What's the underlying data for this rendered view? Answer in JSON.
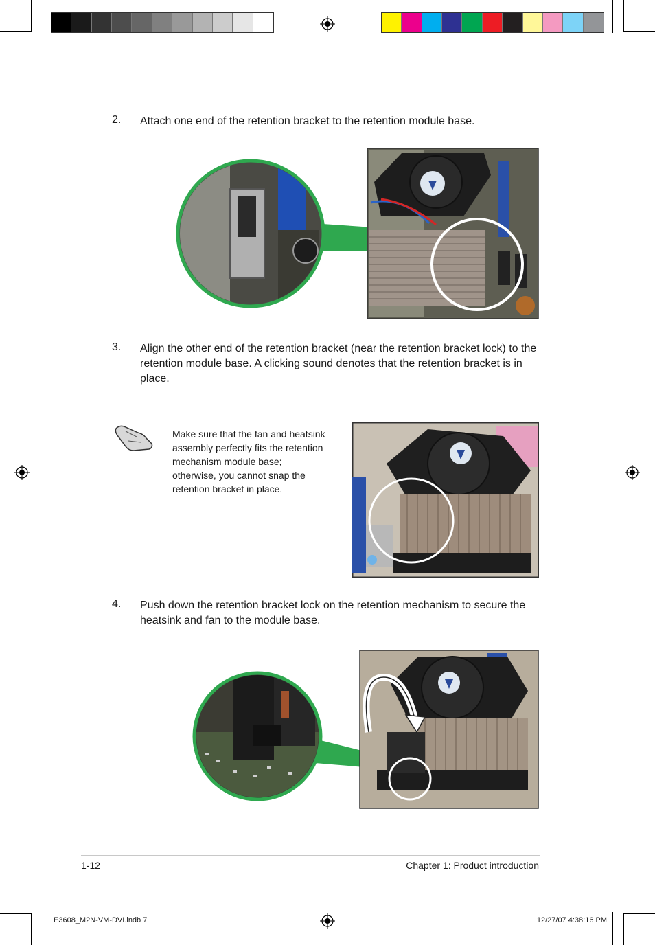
{
  "colors": {
    "zoom_green": "#2fa84f",
    "gray_swatches": [
      "#000000",
      "#1a1a1a",
      "#333333",
      "#4d4d4d",
      "#666666",
      "#808080",
      "#999999",
      "#b3b3b3",
      "#cccccc",
      "#e6e6e6",
      "#ffffff"
    ],
    "color_swatches": [
      "#fff200",
      "#ec008c",
      "#00aeef",
      "#2e3192",
      "#00a651",
      "#ed1c24",
      "#231f20",
      "#fff799",
      "#f49ac1",
      "#7dd3f7",
      "#939598"
    ]
  },
  "steps": [
    {
      "number": "2.",
      "text": "Attach one end of the retention bracket to the retention module base."
    },
    {
      "number": "3.",
      "text": "Align the other end of the retention bracket (near the retention bracket lock) to the retention module base. A clicking sound denotes that the retention bracket is in place."
    },
    {
      "number": "4.",
      "text": "Push down the retention bracket lock on the retention mechanism to secure the heatsink and fan to the module base."
    }
  ],
  "note": {
    "icon": "hand-pointer-icon",
    "text": "Make sure that the fan and heatsink assembly perfectly fits the retention mechanism module base; otherwise, you cannot snap the retention bracket in place."
  },
  "footer": {
    "page_number": "1-12",
    "chapter": "Chapter 1: Product introduction"
  },
  "slug": {
    "file": "E3608_M2N-VM-DVI.indb   7",
    "timestamp": "12/27/07   4:38:16 PM"
  }
}
